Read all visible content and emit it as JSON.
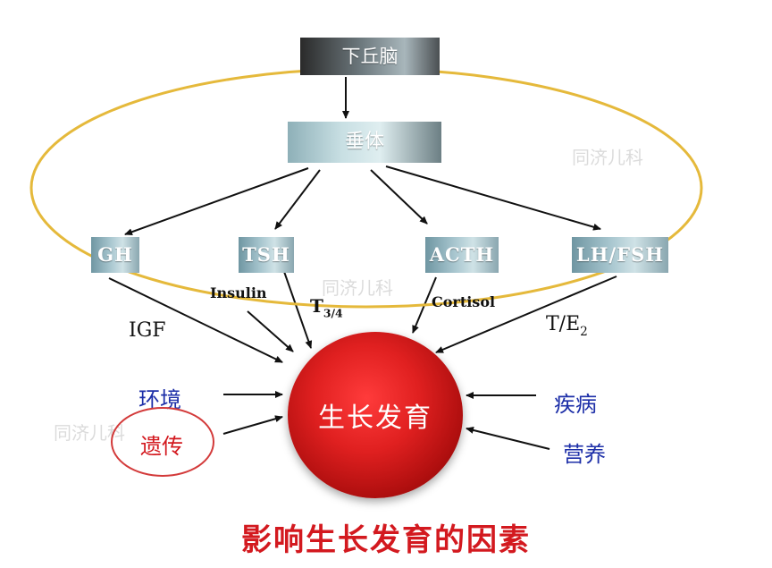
{
  "nodes": {
    "hypothalamus": "下丘脑",
    "pituitary": "垂体",
    "gh": "GH",
    "tsh": "TSH",
    "acth": "ACTH",
    "lhfsh": "LH/FSH",
    "core": "生长发育"
  },
  "labels": {
    "igf": "IGF",
    "insulin": "Insulin",
    "t34_main": "T",
    "t34_sub": "3/4",
    "cortisol": "Cortisol",
    "te2_main": "T/E",
    "te2_sub": "2",
    "environment": "环境",
    "genetics": "遗传",
    "disease": "疾病",
    "nutrition": "营养"
  },
  "caption": "影响生长发育的因素",
  "watermark": "同济儿科",
  "colors": {
    "arrow": "#111111",
    "ellipse": "#e5b93b",
    "core": "#cc1515",
    "caption": "#d3191f",
    "factor_text": "#1d2fa8"
  }
}
